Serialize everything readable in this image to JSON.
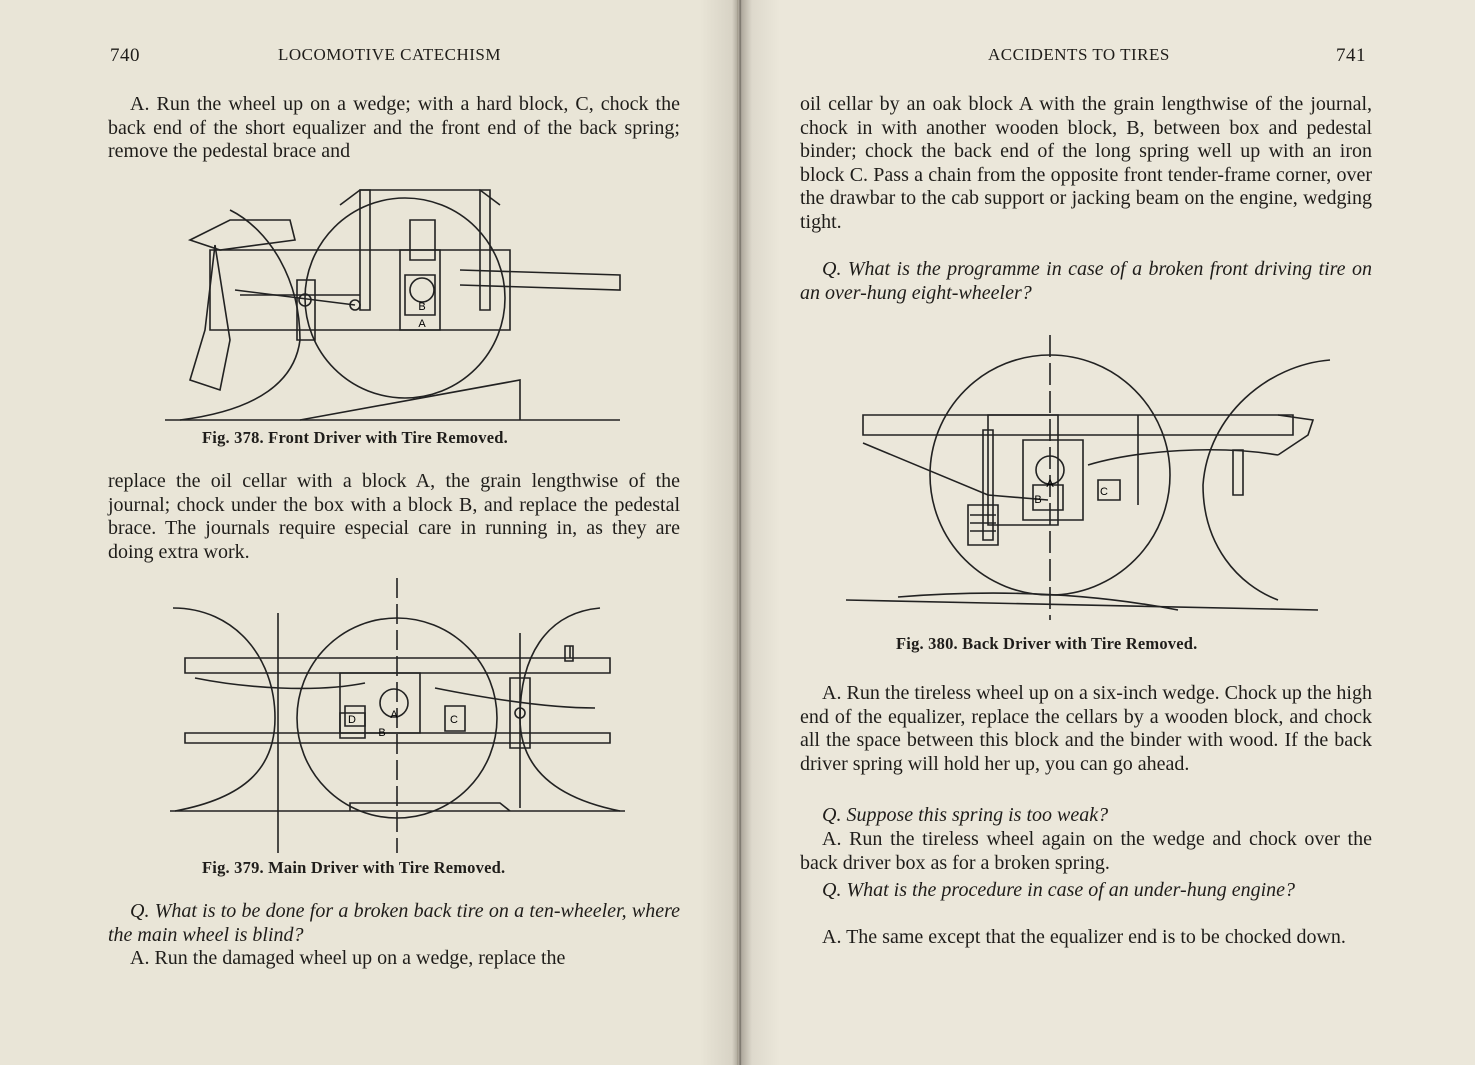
{
  "left_page": {
    "page_number": "740",
    "running_head": "LOCOMOTIVE CATECHISM",
    "para1": "A. Run the wheel up on a wedge; with a hard block, C, chock the back end of the short equalizer and the front end of the back spring; remove the pedestal brace and",
    "fig378": {
      "caption": "Fig. 378.   Front Driver with Tire Removed.",
      "labels": [
        "B",
        "A"
      ]
    },
    "para2": "replace the oil cellar with a block A, the grain lengthwise of the journal; chock under the box with a block B, and replace the pedestal brace. The journals require especial care in running in, as they are doing extra work.",
    "fig379": {
      "caption": "Fig. 379.   Main Driver with Tire Removed.",
      "labels": [
        "D",
        "A",
        "B",
        "C"
      ]
    },
    "question": "Q. What is to be done for a broken back tire on a ten-wheeler, where the main wheel is blind?",
    "answer": "A. Run the damaged wheel up on a wedge, replace the"
  },
  "right_page": {
    "page_number": "741",
    "running_head": "ACCIDENTS TO TIRES",
    "para1": "oil cellar by an oak block A with the grain lengthwise of the journal, chock in with another wooden block, B, between box and pedestal binder; chock the back end of the long spring well up with an iron block C. Pass a chain from the opposite front tender-frame corner, over the drawbar to the cab support or jacking beam on the engine, wedging tight.",
    "question1": "Q. What is the programme in case of a broken front driving tire on an over-hung eight-wheeler?",
    "fig380": {
      "caption": "Fig. 380.   Back Driver with Tire Removed.",
      "labels": [
        "A",
        "B",
        "C"
      ]
    },
    "answer1": "A. Run the tireless wheel up on a six-inch wedge. Chock up the high end of the equalizer, replace the cellars by a wooden block, and chock all the space between this block and the binder with wood. If the back driver spring will hold her up, you can go ahead.",
    "question2": "Q. Suppose this spring is too weak?",
    "answer2": "A. Run the tireless wheel again on the wedge and chock over the back driver box as for a broken spring.",
    "question3": "Q. What is the procedure in case of an under-hung engine?",
    "answer3": "A. The same except that the equalizer end is to be chocked down."
  }
}
